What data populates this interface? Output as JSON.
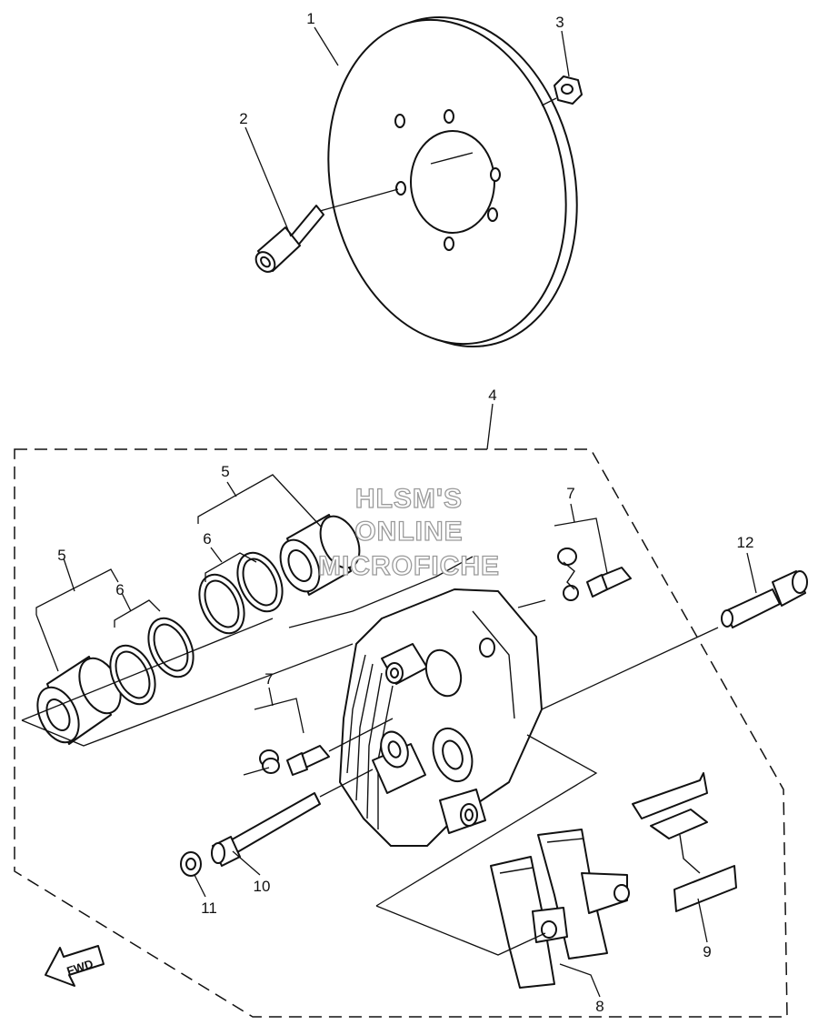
{
  "watermark": {
    "line1": "HLSM'S",
    "line2": "ONLINE",
    "line3": "MICROFICHE"
  },
  "forward_indicator": "FWD",
  "callouts": [
    {
      "id": "c1",
      "number": "1"
    },
    {
      "id": "c2",
      "number": "2"
    },
    {
      "id": "c3",
      "number": "3"
    },
    {
      "id": "c4",
      "number": "4"
    },
    {
      "id": "c5a",
      "number": "5"
    },
    {
      "id": "c5b",
      "number": "5"
    },
    {
      "id": "c6a",
      "number": "6"
    },
    {
      "id": "c6b",
      "number": "6"
    },
    {
      "id": "c7a",
      "number": "7"
    },
    {
      "id": "c7b",
      "number": "7"
    },
    {
      "id": "c8",
      "number": "8"
    },
    {
      "id": "c9",
      "number": "9"
    },
    {
      "id": "c10",
      "number": "10"
    },
    {
      "id": "c11",
      "number": "11"
    },
    {
      "id": "c12",
      "number": "12"
    }
  ]
}
